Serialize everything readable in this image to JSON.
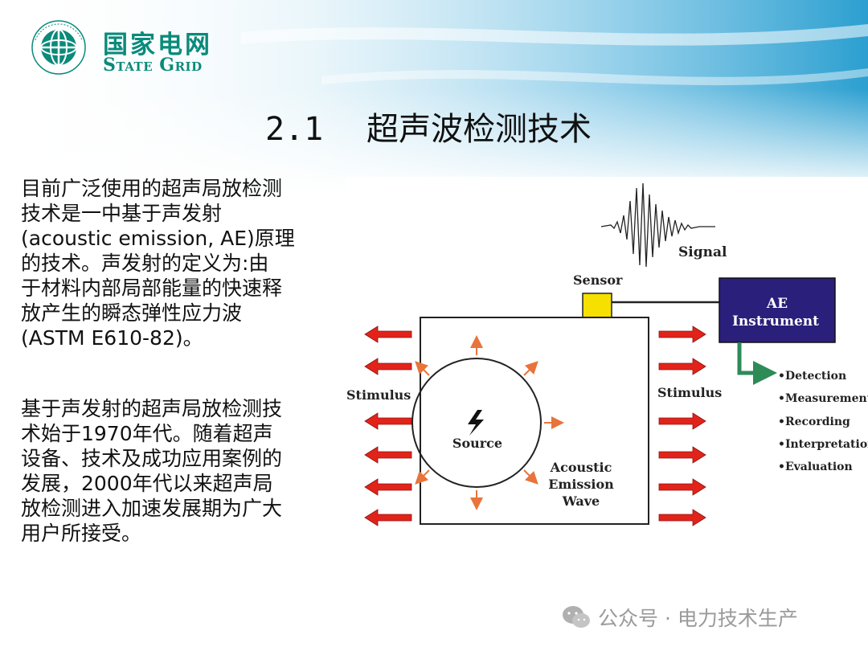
{
  "brand": {
    "name_cn": "国家电网",
    "name_en": "State Grid",
    "seal_text": "国家电网公司 STATE GRID CORPORATION OF CHINA"
  },
  "slide": {
    "section_number": "2.1",
    "title": "超声波检测技术"
  },
  "body": {
    "paragraph1_lines": [
      "目前广泛使用的超声局放检测",
      "技术是一中基于声发射",
      "(acoustic emission, AE)原理",
      "的技术。声发射的定义为:由",
      "于材料内部局部能量的快速释",
      "放产生的瞬态弹性应力波",
      "(ASTM E610-82)。"
    ],
    "paragraph2_lines": [
      "基于声发射的超声局放检测技",
      "术始于1970年代。随着超声",
      "设备、技术及成功应用案例的",
      "发展，2000年代以来超声局",
      "放检测进入加速发展期为广大",
      "用户所接受。"
    ]
  },
  "diagram": {
    "signal_label": "Signal",
    "sensor_label": "Sensor",
    "instrument_label_line1": "AE",
    "instrument_label_line2": "Instrument",
    "stimulus_left": "Stimulus",
    "stimulus_right": "Stimulus",
    "source_label": "Source",
    "wave_label_lines": [
      "Acoustic",
      "Emission",
      "Wave"
    ],
    "outputs": [
      "•Detection",
      "•Measurement",
      "•Recording",
      "•Interpretation",
      "•Evaluation"
    ],
    "colors": {
      "arrow_red": "#e2231a",
      "wave_arrow_orange": "#e8743b",
      "sensor_yellow": "#f5e000",
      "instrument_navy": "#2a1f7a",
      "output_arrow_green": "#2e8b57"
    }
  },
  "watermark": {
    "text": "公众号 · 电力技术生产",
    "icon": "wechat-icon"
  },
  "colors": {
    "brand_green": "#0a8a7a",
    "header_blue": "#2b9fd0"
  }
}
